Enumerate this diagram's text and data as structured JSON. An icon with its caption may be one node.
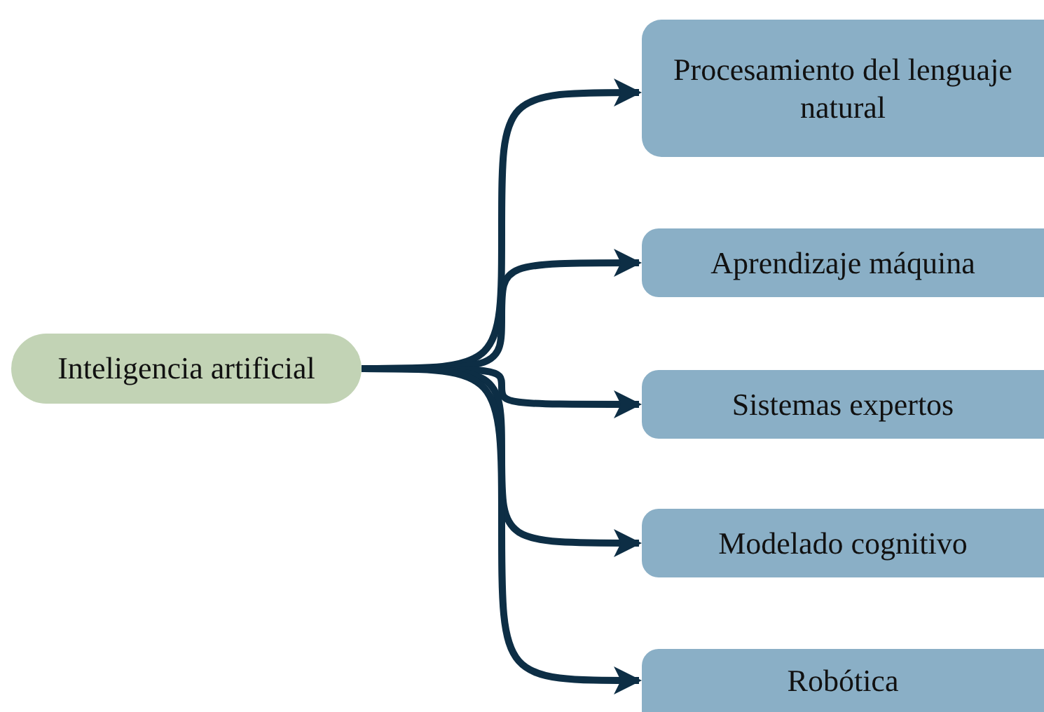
{
  "diagram": {
    "nodes": [
      {
        "text": [
          "Inteligencia artificial"
        ]
      },
      {
        "text": [
          "Procesamiento del lenguaje natural"
        ]
      },
      {
        "text": [
          "Aprendizaje máquina"
        ]
      },
      {
        "text": [
          "Sistemas expertos"
        ]
      },
      {
        "text": [
          "Modelado cognitivo"
        ]
      },
      {
        "text": [
          "Robótica"
        ]
      }
    ],
    "edges": [
      {
        "from": 0,
        "to": 1,
        "arrow": "to"
      },
      {
        "from": 0,
        "to": 2,
        "arrow": "to"
      },
      {
        "from": 0,
        "to": 3,
        "arrow": "to"
      },
      {
        "from": 0,
        "to": 4,
        "arrow": "to"
      },
      {
        "from": 0,
        "to": 5,
        "arrow": "to"
      }
    ]
  }
}
